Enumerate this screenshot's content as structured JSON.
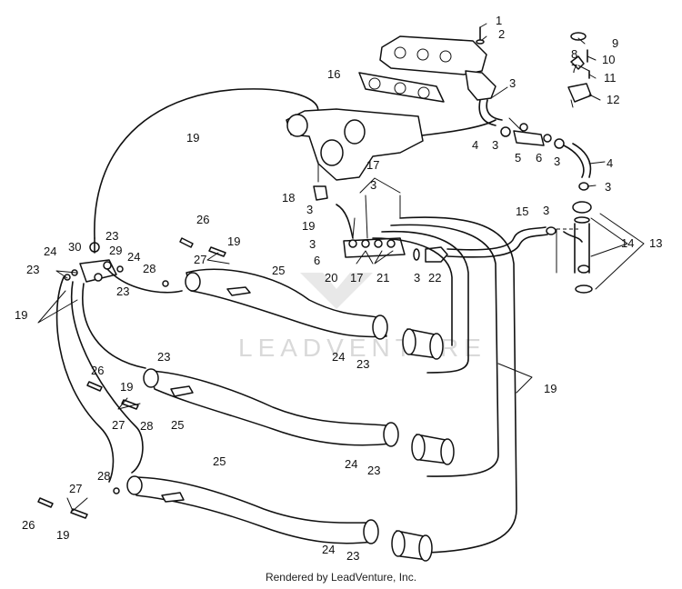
{
  "watermark": "LEADVENTURE",
  "credit": "Rendered by LeadVenture, Inc.",
  "callouts": [
    "1",
    "2",
    "3",
    "4",
    "5",
    "6",
    "7",
    "8",
    "9",
    "10",
    "11",
    "12",
    "13",
    "14",
    "15",
    "16",
    "17",
    "18",
    "19",
    "20",
    "21",
    "22",
    "23",
    "24",
    "25",
    "26",
    "27",
    "28",
    "29",
    "30"
  ]
}
